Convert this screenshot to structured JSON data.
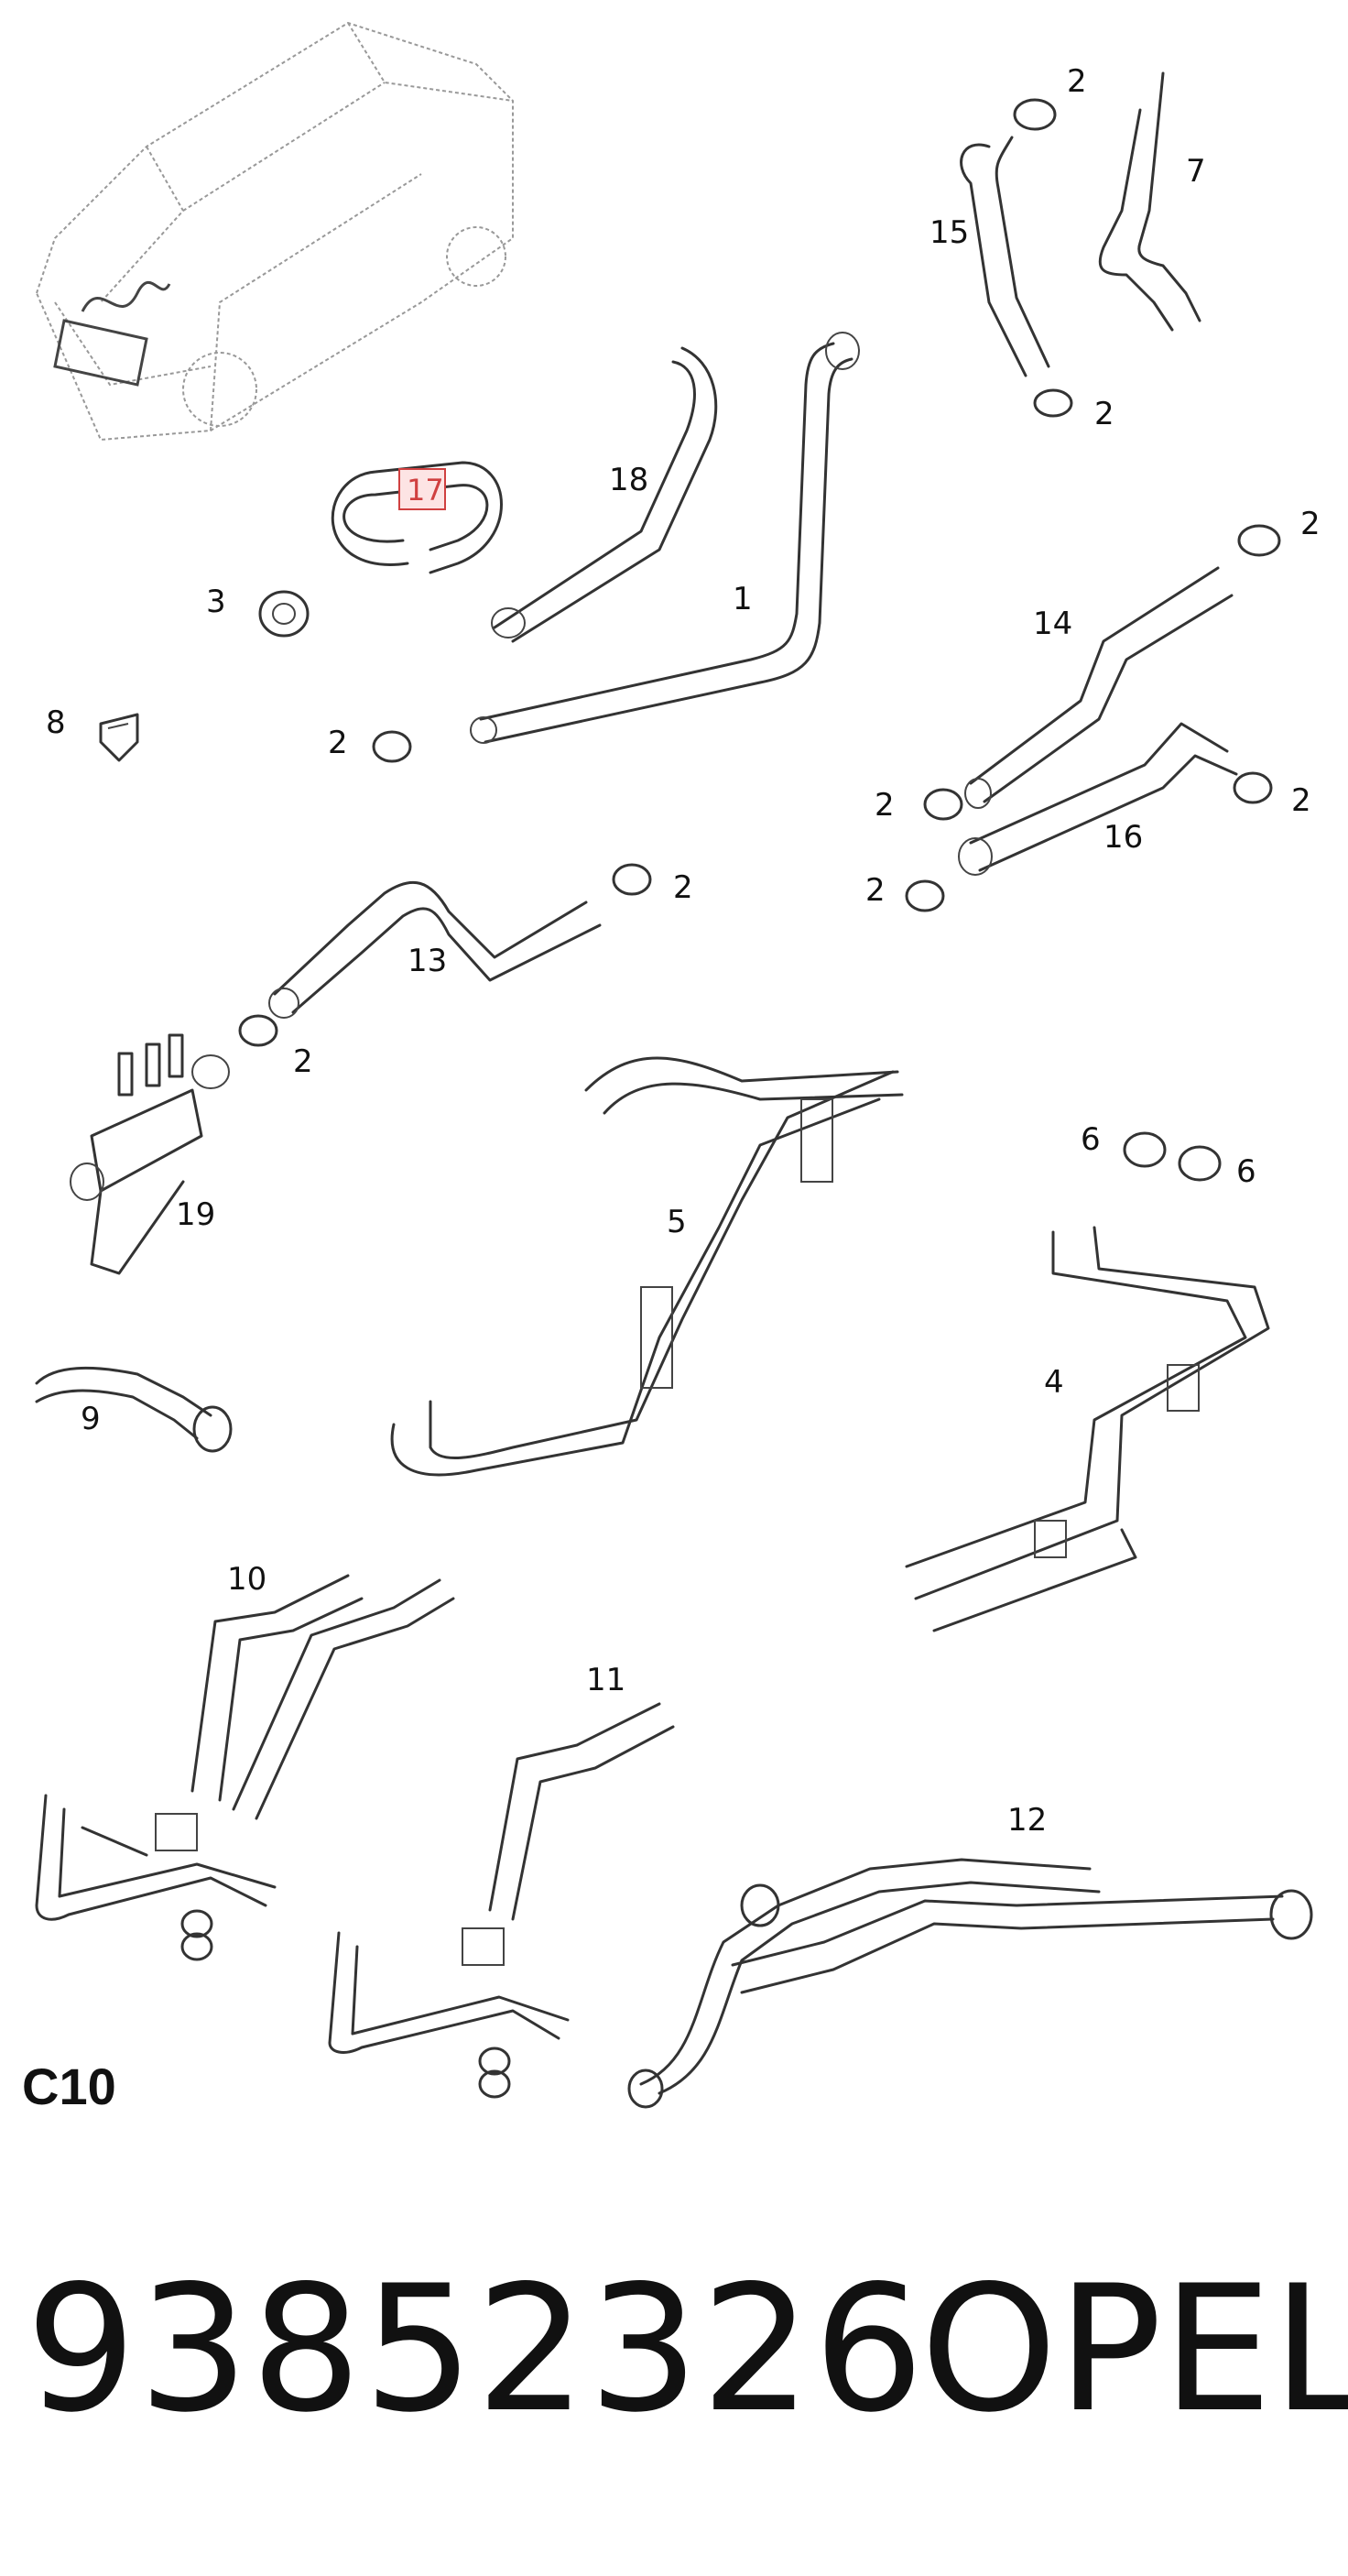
{
  "diagram": {
    "section": "C10",
    "part_number": "93852326",
    "brand": "OPEL",
    "highlighted_callout": "17",
    "callouts": [
      "1",
      "2",
      "3",
      "4",
      "5",
      "6",
      "7",
      "8",
      "9",
      "10",
      "11",
      "12",
      "13",
      "14",
      "15",
      "16",
      "17",
      "18",
      "19"
    ]
  }
}
